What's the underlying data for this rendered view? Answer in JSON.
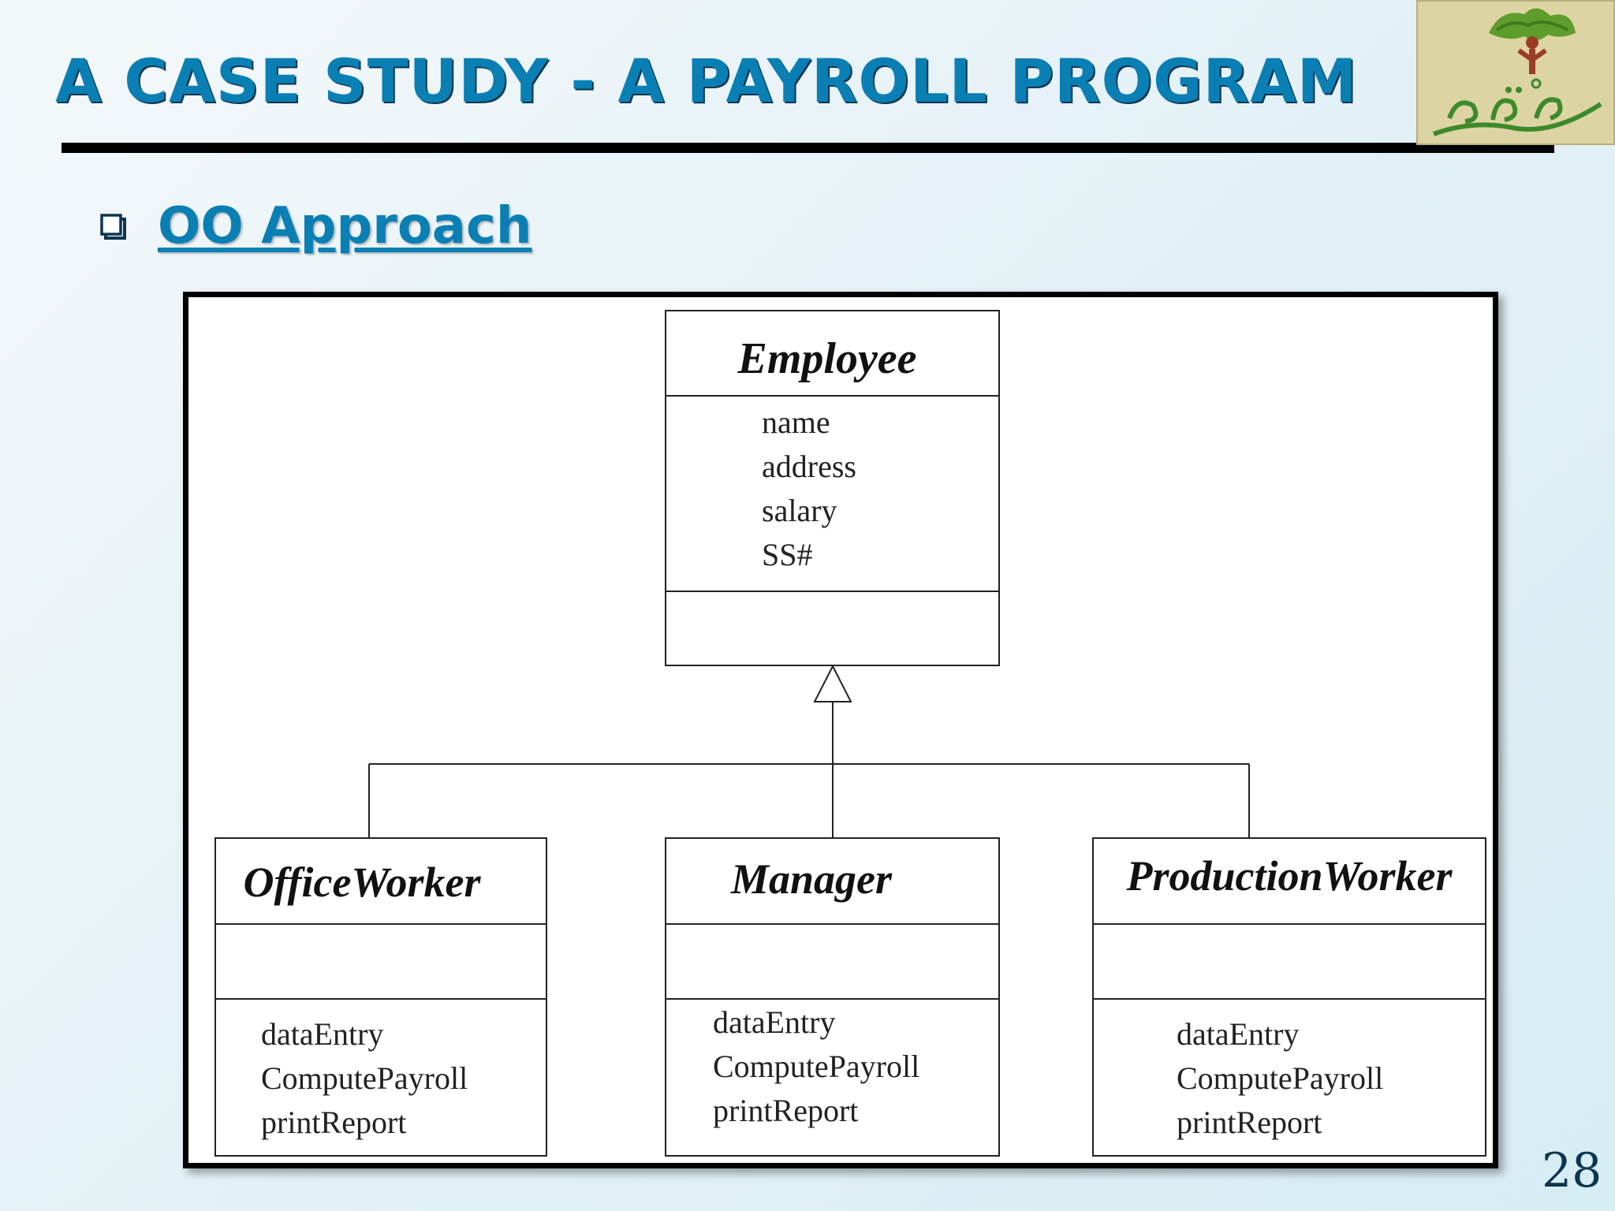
{
  "slide": {
    "title": "A CASE STUDY - A PAYROLL PROGRAM",
    "subtitle": "OO Approach",
    "page_number": "28"
  },
  "logo": {
    "icon": "tree-logo-icon"
  },
  "colors": {
    "accent": "#0a7fb4",
    "title_shadow": "#0b3550",
    "logo_bg": "#ddd4a4"
  },
  "diagram": {
    "parent": {
      "name": "Employee",
      "attributes": [
        "name",
        "address",
        "salary",
        "SS#"
      ],
      "operations": []
    },
    "children": [
      {
        "name": "OfficeWorker",
        "attributes": [],
        "operations": [
          "dataEntry",
          "ComputePayroll",
          "printReport"
        ]
      },
      {
        "name": "Manager",
        "attributes": [],
        "operations": [
          "dataEntry",
          "ComputePayroll",
          "printReport"
        ]
      },
      {
        "name": "ProductionWorker",
        "attributes": [],
        "operations": [
          "dataEntry",
          "ComputePayroll",
          "printReport"
        ]
      }
    ],
    "relationship": "generalization"
  }
}
